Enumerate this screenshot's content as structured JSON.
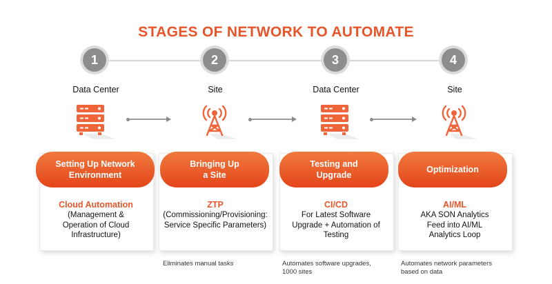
{
  "title": "STAGES OF NETWORK TO AUTOMATE",
  "colors": {
    "accent": "#e8552a",
    "badge": "#8d8d8d"
  },
  "stages": [
    {
      "number": "1",
      "location": "Data Center",
      "icon": "server-rack-icon",
      "heading": "Setting Up Network\nEnvironment",
      "subtitle": "Cloud Automation",
      "description": "(Management &\nOperation of Cloud\nInfrastructure)",
      "note": ""
    },
    {
      "number": "2",
      "location": "Site",
      "icon": "cell-tower-icon",
      "heading": "Bringing Up\na Site",
      "subtitle": "ZTP",
      "description": "(Commissioning/Provisioning:\nService Specific Parameters)",
      "note": "Eliminates manual tasks"
    },
    {
      "number": "3",
      "location": "Data Center",
      "icon": "server-rack-icon",
      "heading": "Testing and\nUpgrade",
      "subtitle": "CI/CD",
      "description": "For Latest Software\nUpgrade + Automation of\nTesting",
      "note": "Automates software upgrades,\n1000 sites"
    },
    {
      "number": "4",
      "location": "Site",
      "icon": "cell-tower-icon",
      "heading": "Optimization",
      "subtitle": "AI/ML",
      "description": "AKA SON Analytics\nFeed into AI/ML\nAnalytics Loop",
      "note": "Automates network parameters\nbased on data"
    }
  ]
}
